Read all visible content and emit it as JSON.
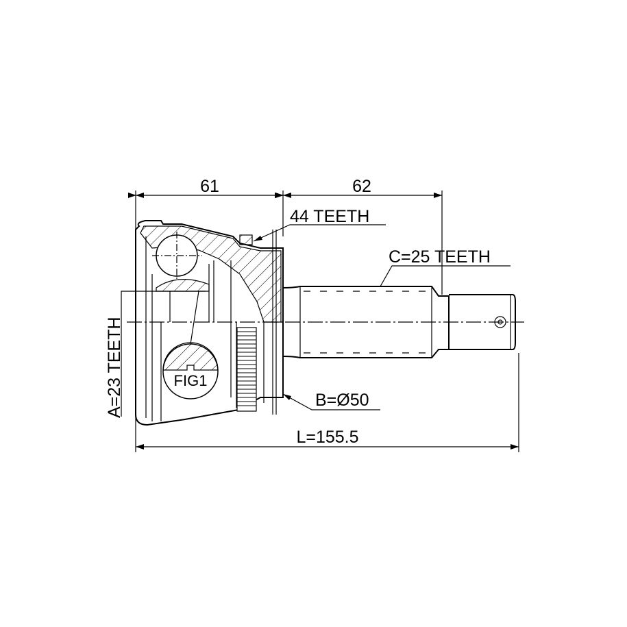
{
  "dimensions": {
    "housing_length": "61",
    "shaft_length": "62",
    "total_length": "L=155.5",
    "abs_ring": "44 TEETH",
    "outer_spline": "C=25 TEETH",
    "inner_spline": "A=23 TEETH",
    "seal_diameter": "B=Ø50",
    "detail_label": "FIG1"
  }
}
